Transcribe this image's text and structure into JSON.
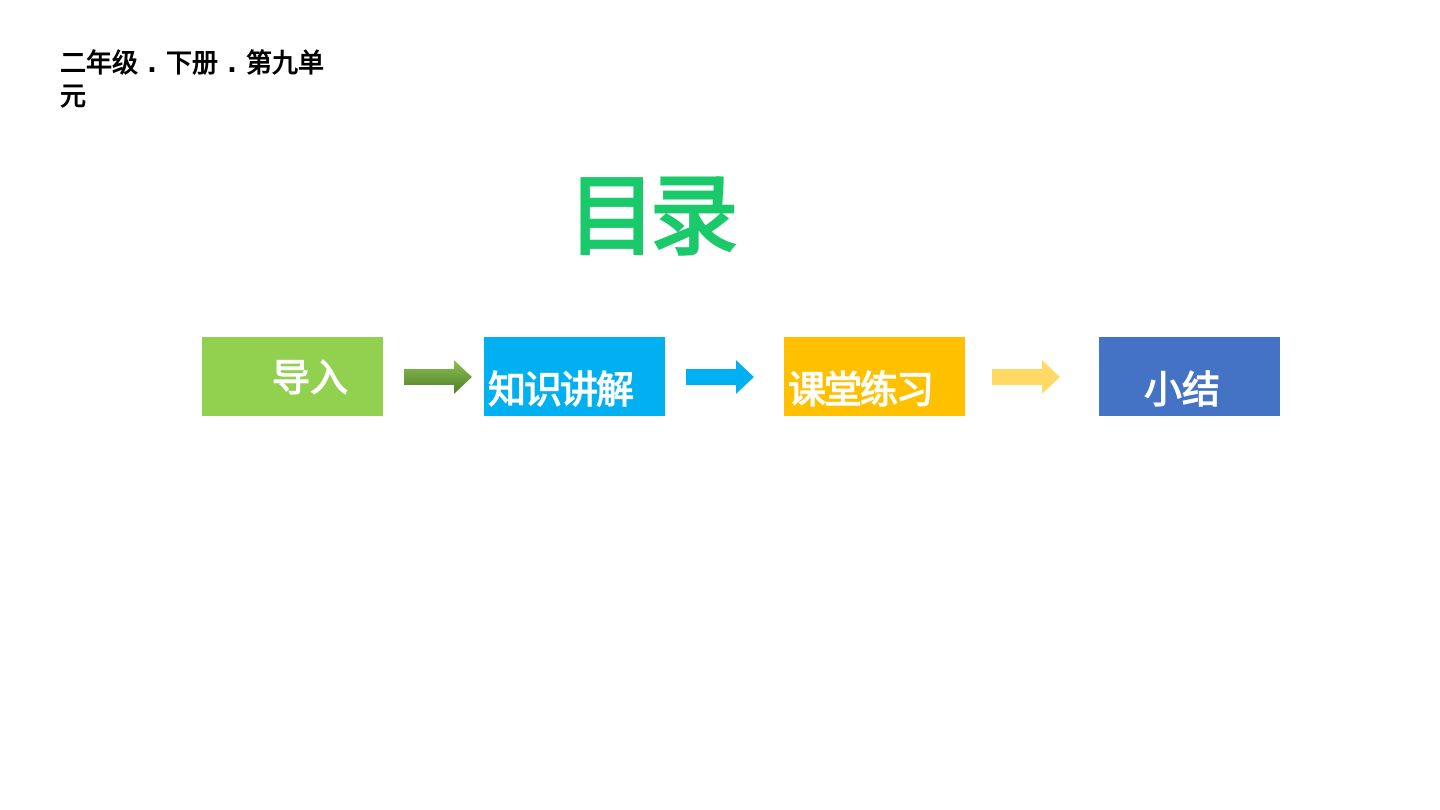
{
  "header": {
    "title": "二年级 . 下册 . 第九单元"
  },
  "main": {
    "title": "目录"
  },
  "steps": [
    {
      "label": "导入",
      "color": "#92d050"
    },
    {
      "label": "知识讲解",
      "color": "#00b0f0"
    },
    {
      "label": "课堂练习",
      "color": "#ffc000"
    },
    {
      "label": "小结",
      "color": "#4472c4"
    }
  ],
  "arrows": [
    {
      "icon": "arrow-right-icon",
      "color": "#6aa03a"
    },
    {
      "icon": "arrow-right-icon",
      "color": "#00b0f0"
    },
    {
      "icon": "arrow-right-icon",
      "color": "#ffd966"
    }
  ]
}
